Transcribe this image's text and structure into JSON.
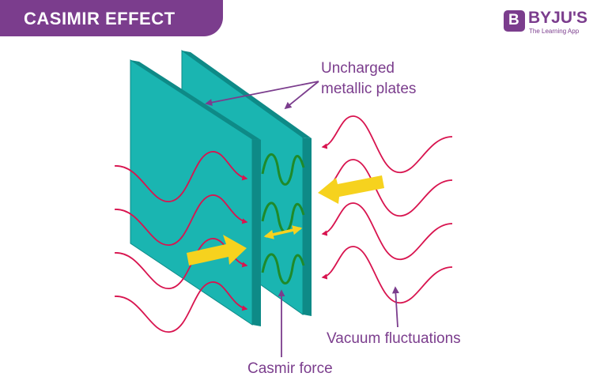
{
  "title": "CASIMIR EFFECT",
  "brand": {
    "name": "BYJU'S",
    "tagline": "The Learning App"
  },
  "labels": {
    "plates_line1": "Uncharged",
    "plates_line2": "metallic plates",
    "vacuum": "Vacuum fluctuations",
    "casimir": "Casmir force"
  },
  "colors": {
    "banner": "#7b3d8d",
    "plate_face": "#1ab5b1",
    "plate_edge": "#0e8a87",
    "vacuum_wave": "#d8144f",
    "gap_wave": "#1f8a2a",
    "force_arrow": "#f6d21e",
    "leader_line": "#7b3d8d"
  }
}
